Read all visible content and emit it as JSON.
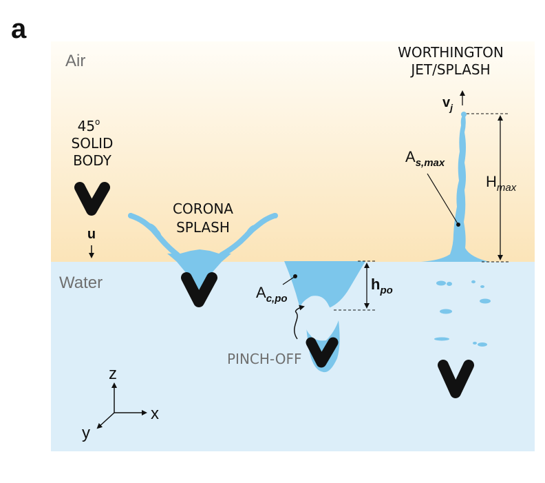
{
  "panel_label": "a",
  "media": {
    "air": "Air",
    "water": "Water"
  },
  "solid_body": {
    "line1": "45",
    "degree": "o",
    "line2": "SOLID",
    "line3": "BODY",
    "velocity": "u"
  },
  "corona": {
    "line1": "CORONA",
    "line2": "SPLASH"
  },
  "pinch": {
    "label": "PINCH-OFF",
    "area_main": "A",
    "area_sub": "c,po",
    "height_main": "h",
    "height_sub": "po"
  },
  "worthington": {
    "line1": "WORTHINGTON",
    "line2": "JET/SPLASH",
    "velocity_main": "v",
    "velocity_sub": "j",
    "area_main": "A",
    "area_sub": "s,max",
    "height_main": "H",
    "height_sub": "max"
  },
  "axes": {
    "z": "z",
    "x": "x",
    "y": "y"
  },
  "colors": {
    "air_top": "#fffdf7",
    "air_bottom": "#fbe4b8",
    "water": "#dceef9",
    "fluid": "#7cc6eb",
    "body": "#111111",
    "label_gray": "#6f6f6f"
  }
}
